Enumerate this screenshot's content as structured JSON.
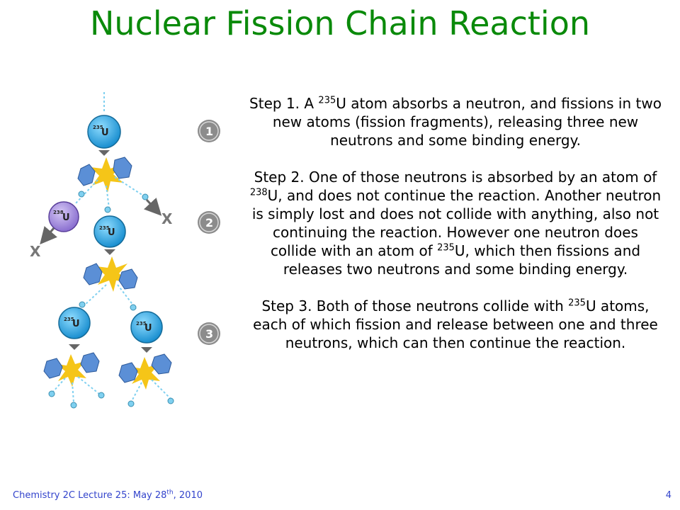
{
  "slide": {
    "title": "Nuclear Fission Chain Reaction"
  },
  "diagram": {
    "atoms": [
      {
        "mass": "235",
        "symbol": "U"
      },
      {
        "mass": "238",
        "symbol": "U"
      },
      {
        "mass": "235",
        "symbol": "U"
      },
      {
        "mass": "235",
        "symbol": "U"
      },
      {
        "mass": "235",
        "symbol": "U"
      }
    ],
    "steps": [
      "1",
      "2",
      "3"
    ],
    "lost_marker": "X",
    "colors": {
      "u235": "#29a8e0",
      "u238": "#9b86d6",
      "fragment": "#5b8fd6",
      "burst": "#f5c518",
      "neutron": "#7fd0f0",
      "step_badge": "#8c8c8c",
      "arrow": "#666666"
    }
  },
  "steps_text": {
    "step1": {
      "a": "Step 1. A ",
      "sup": "235",
      "b": "U atom absorbs a neutron, and fissions in two new atoms (fission fragments), releasing three new neutrons and some binding energy."
    },
    "step2": {
      "a": "Step 2. One of those neutrons is absorbed by an atom of ",
      "sup1": "238",
      "b": "U, and does not continue the reaction. Another neutron is simply lost and does not collide with anything, also not continuing the reaction. However one neutron does collide with an atom of ",
      "sup2": "235",
      "c": "U, which then fissions and releases two neutrons and some binding energy."
    },
    "step3": {
      "a": "Step 3. Both of those neutrons collide with ",
      "sup": "235",
      "b": "U atoms, each of which fission and release between one and three neutrons, which can then continue the reaction."
    }
  },
  "footer": {
    "course": "Chemistry 2C Lecture 25: May 28",
    "sup": "th",
    "rest": ", 2010",
    "page": "4"
  }
}
